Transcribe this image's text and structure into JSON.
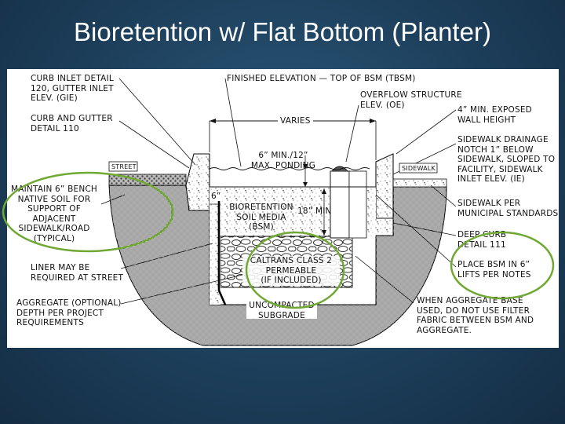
{
  "slide": {
    "title": "Bioretention w/ Flat Bottom (Planter)"
  },
  "labels": {
    "curb_inlet": "CURB INLET DETAIL\n120, GUTTER INLET\nELEV. (GIE)",
    "curb_gutter": "CURB AND GUTTER\nDETAIL 110",
    "street": "STREET",
    "maintain_bench": "MAINTAIN 6” BENCH\nNATIVE SOIL FOR\nSUPPORT OF\nADJACENT\nSIDEWALK/ROAD\n(TYPICAL)",
    "liner": "LINER MAY BE\nREQUIRED AT STREET",
    "aggregate": "AGGREGATE (OPTIONAL)\nDEPTH PER PROJECT\nREQUIREMENTS",
    "finished_elev": "FINISHED ELEVATION — TOP OF BSM (TBSM)",
    "overflow": "OVERFLOW STRUCTURE\nELEV. (OE)",
    "varies": "VARIES",
    "ponding": "6” MIN./12”\nMAX. PONDING",
    "bench_dim": "6”",
    "bsm": "BIORETENTION\nSOIL MEDIA\n(BSM)",
    "bsm_min": "18” MIN",
    "caltrans": "CALTRANS CLASS 2\nPERMEABLE\n(IF INCLUDED)",
    "uncompacted": "UNCOMPACTED\nSUBGRADE",
    "min_wall": "4” MIN. EXPOSED\nWALL HEIGHT",
    "sidewalk_notch": "SIDEWALK DRAINAGE\nNOTCH 1” BELOW\nSIDEWALK, SLOPED TO\nFACILITY, SIDEWALK\nINLET ELEV. (IE)",
    "sidewalk_tag": "SIDEWALK",
    "sidewalk_per": "SIDEWALK PER\nMUNICIPAL STANDARDS",
    "deep_curb": "DEEP CURB\nDETAIL 111",
    "place_bsm": "PLACE BSM IN 6”\nLIFTS PER NOTES",
    "when_aggregate": "WHEN AGGREGATE BASE\nUSED, DO NOT USE FILTER\nFABRIC BETWEEN BSM AND\nAGGREGATE."
  },
  "colors": {
    "background": "#1d3f5b",
    "highlight_circle": "#6fa832",
    "line": "#111111"
  }
}
